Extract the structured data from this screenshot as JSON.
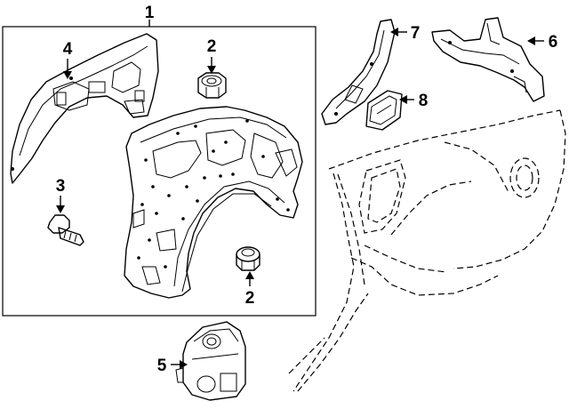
{
  "callouts": [
    {
      "id": "c1",
      "label": "1"
    },
    {
      "id": "c2a",
      "label": "2"
    },
    {
      "id": "c2b",
      "label": "2"
    },
    {
      "id": "c3",
      "label": "3"
    },
    {
      "id": "c4",
      "label": "4"
    },
    {
      "id": "c5",
      "label": "5"
    },
    {
      "id": "c6",
      "label": "6"
    },
    {
      "id": "c7",
      "label": "7"
    },
    {
      "id": "c8",
      "label": "8"
    }
  ]
}
